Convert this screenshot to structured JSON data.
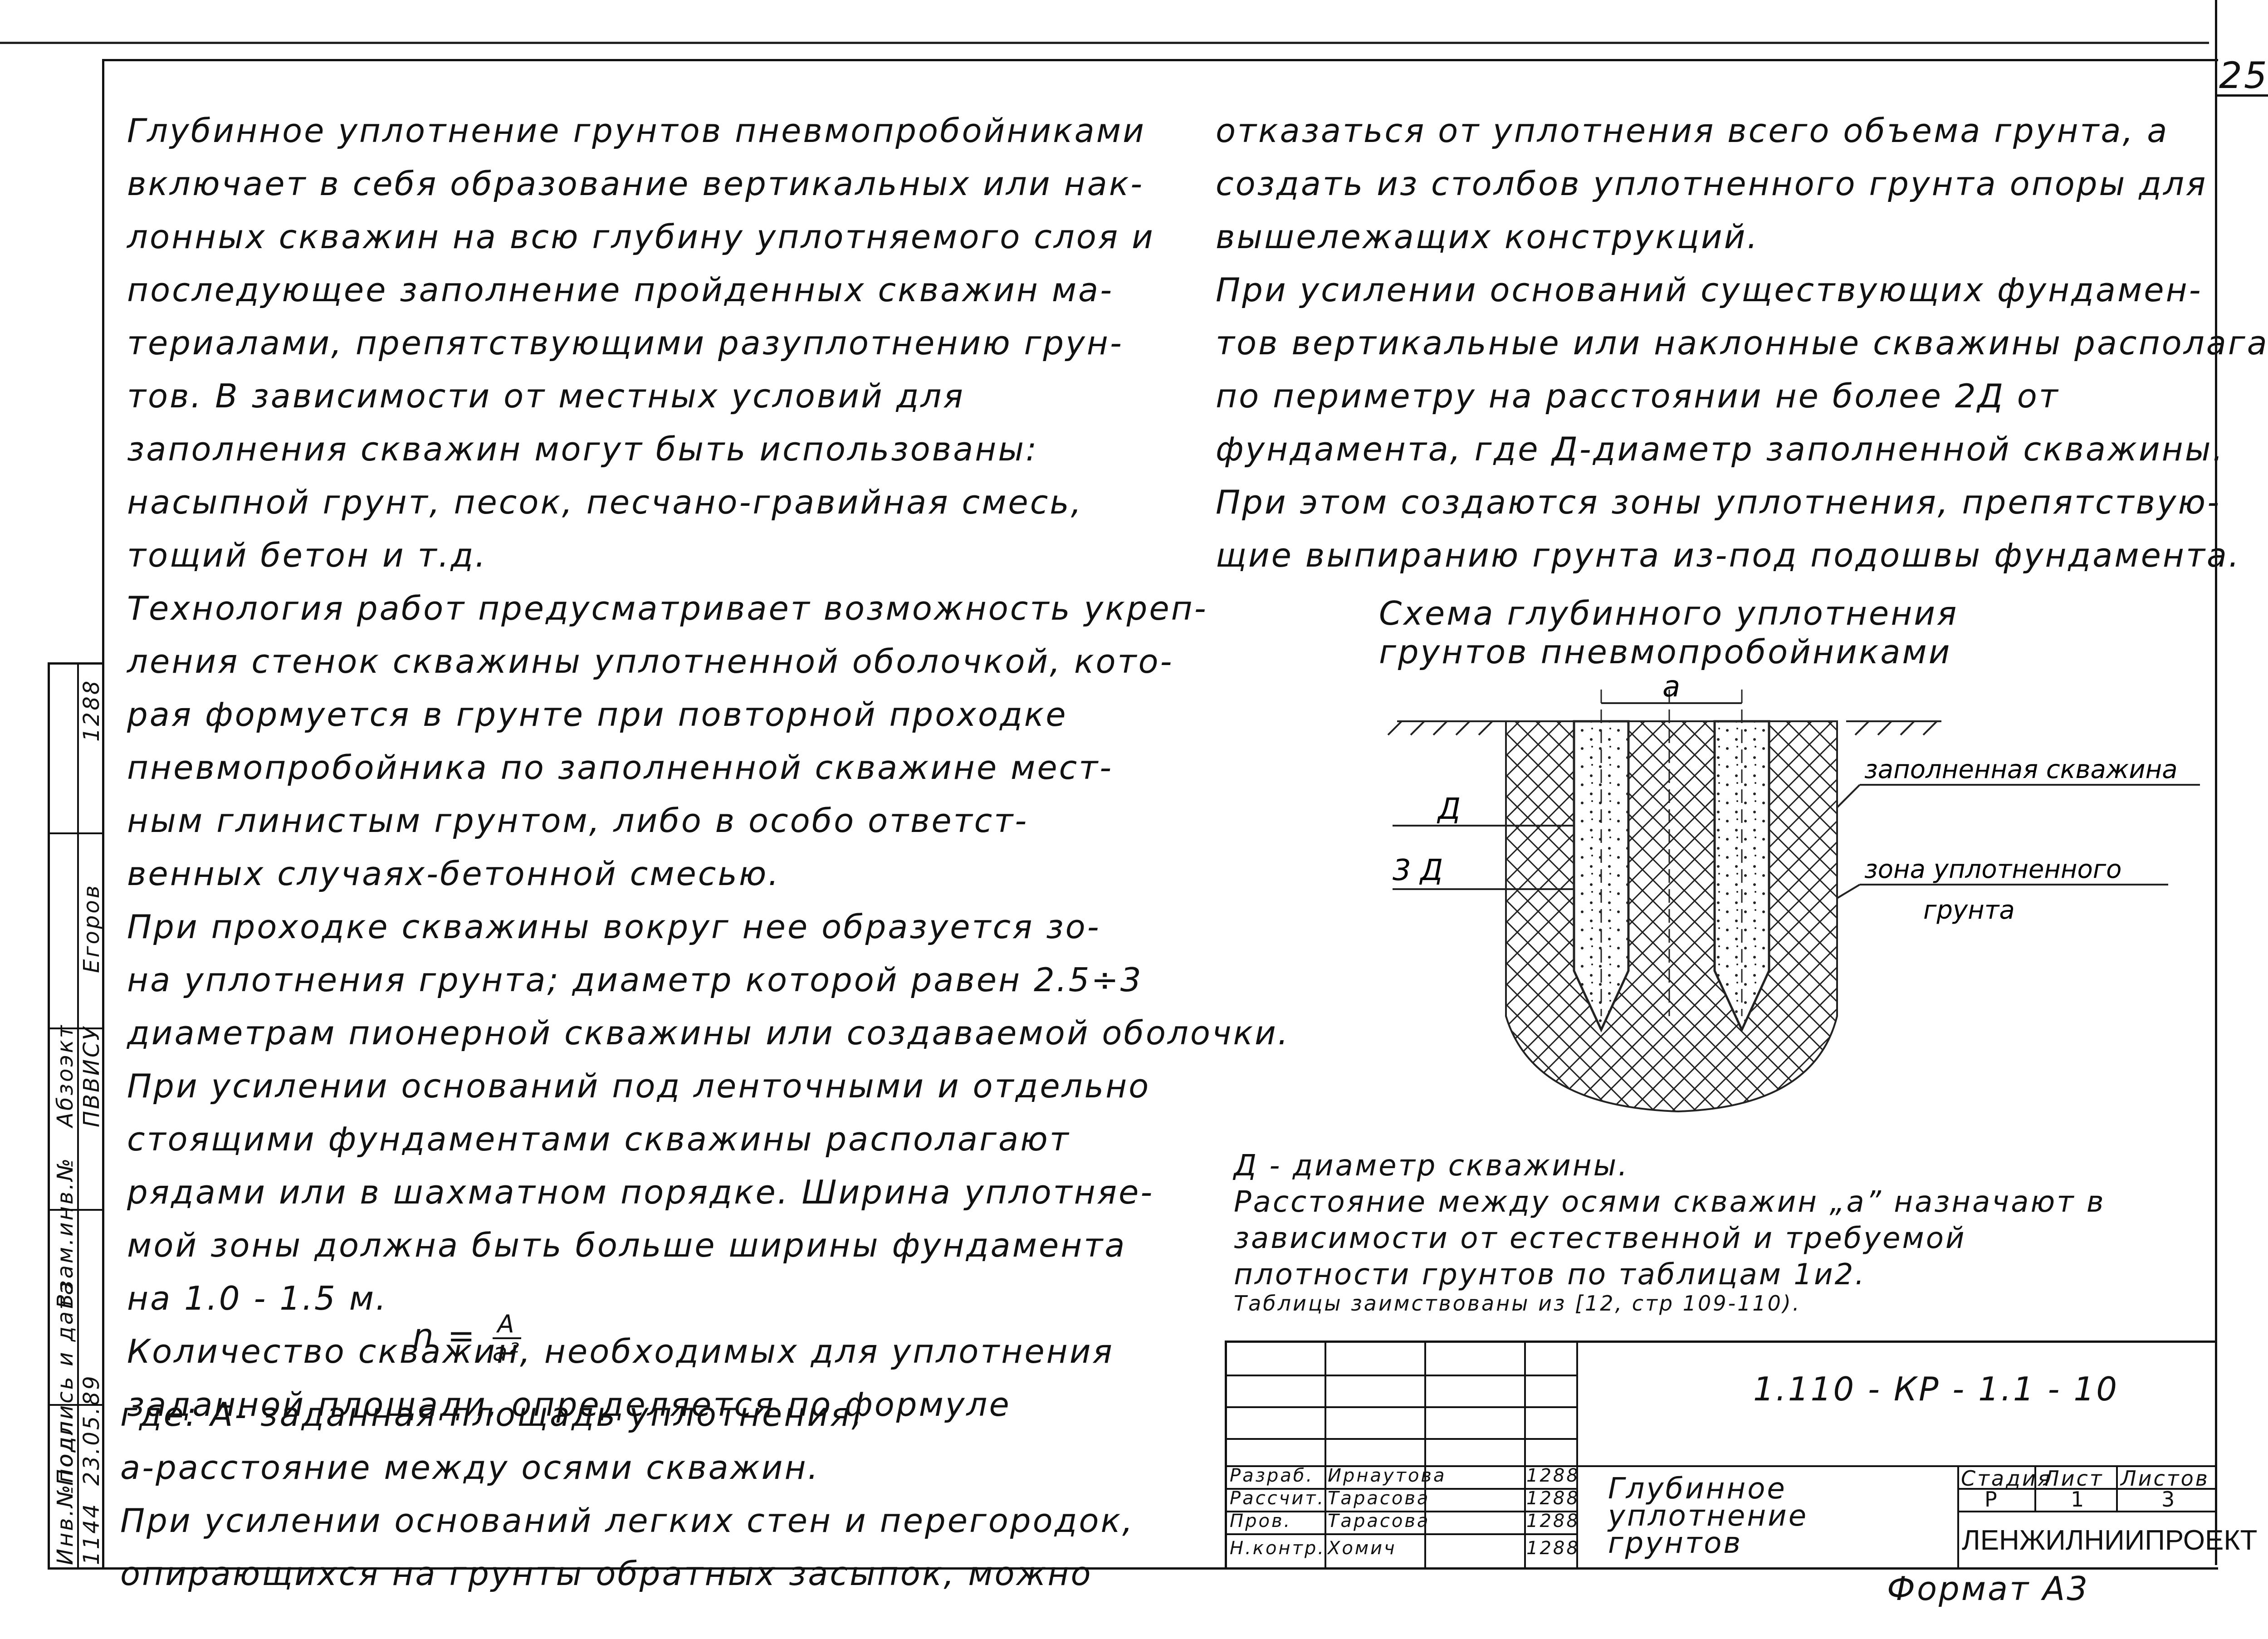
{
  "page_number": "25",
  "left_column": [
    "Глубинное уплотнение грунтов пневмопробойниками",
    "включает в себя образование вертикальных или нак-",
    "лонных скважин на всю глубину уплотняемого слоя и",
    "последующее заполнение пройденных скважин ма-",
    "териалами, препятствующими разуплотнению грун-",
    "тов. В зависимости от местных условий для",
    "заполнения скважин могут быть использованы:",
    "насыпной грунт, песок, песчано-гравийная смесь,",
    "тощий бетон и т.д.",
    "Технология работ предусматривает возможность укреп-",
    "ления стенок скважины уплотненной оболочкой, кото-",
    "рая формуется в грунте при повторной проходке",
    "пневмопробойника по заполненной скважине мест-",
    "ным глинистым грунтом, либо в особо ответст-",
    "венных случаях-бетонной смесью.",
    "При проходке скважины вокруг нее образуется зо-",
    "на уплотнения грунта; диаметр которой равен 2.5÷3",
    "диаметрам пионерной скважины или создаваемой оболочки.",
    "При усилении оснований под ленточными и отдельно",
    "стоящими фундаментами скважины располагают",
    "рядами или в шахматном порядке. Ширина уплотняе-",
    "мой зоны должна быть больше ширины фундамента",
    "на 1.0 - 1.5 м.",
    "Количество скважин, необходимых для уплотнения",
    "заданной площади, определяется по формуле"
  ],
  "formula": {
    "lhs": "n =",
    "numerator": "A",
    "denominator": "a²"
  },
  "left_column_after": [
    "где: А- заданная площадь уплотнения;",
    "      a-расстояние между осями скважин.",
    "При усилении оснований легких стен и перегородок,",
    "опирающихся на грунты обратных засыпок, можно"
  ],
  "right_column": [
    "отказаться от уплотнения всего объема грунта, а",
    "создать из столбов уплотненного грунта опоры для",
    "вышележащих конструкций.",
    "При усилении оснований существующих фундамен-",
    "тов вертикальные или наклонные скважины располагают",
    "      по периметру на расстоянии не более 2Д от",
    "фундамента, где Д-диаметр заполненной скважины.",
    "При этом создаются зоны уплотнения, препятствую-",
    "щие выпиранию грунта из-под подошвы фундамента."
  ],
  "diagram": {
    "title_line1": "Схема глубинного уплотнения",
    "title_line2": "грунтов пневмопробойниками",
    "label_a": "a",
    "label_d": "Д",
    "label_3d": "3 Д",
    "label_filled": "заполненная скважина",
    "label_zone1": "зона уплотненного",
    "label_zone2": "грунта"
  },
  "notes": [
    "Д - диаметр скважины.",
    "Расстояние между осями скважин „a” назначают в",
    "зависимости от естественной и требуемой",
    "плотности грунтов по таблицам 1и2."
  ],
  "notes_small": "Таблицы заимствованы из [12, стр 109-110).",
  "side_stamp": {
    "inv_podl": "Инв.№подл.",
    "podpis": "Подпись и дата",
    "vzam": "Взам.инв.№",
    "dated": "23.05.89",
    "num": "1144",
    "org1": "ПВВИСУ",
    "org2": "Абзоэкт",
    "name": "Егоров",
    "code": "1288"
  },
  "title_block": {
    "doc_code": "1.110 - КР - 1.1 - 10",
    "rows": [
      {
        "role": "Разраб.",
        "name": "Ирнаутова",
        "date": "1288"
      },
      {
        "role": "Рассчит.",
        "name": "Тарасова",
        "date": "1288"
      },
      {
        "role": "Пров.",
        "name": "Тарасова",
        "date": "1288"
      },
      {
        "role": "Н.контр.",
        "name": "Хомич",
        "date": "1288"
      }
    ],
    "title_line1": "Глубинное",
    "title_line2": "уплотнение",
    "title_line3": "грунтов",
    "stage_label": "Стадия",
    "sheet_label": "Лист",
    "sheets_label": "Листов",
    "stage": "Р",
    "sheet": "1",
    "sheets": "3",
    "org": "ЛЕНЖИЛНИИПРОЕКТ"
  },
  "format_label": "Формат А3"
}
